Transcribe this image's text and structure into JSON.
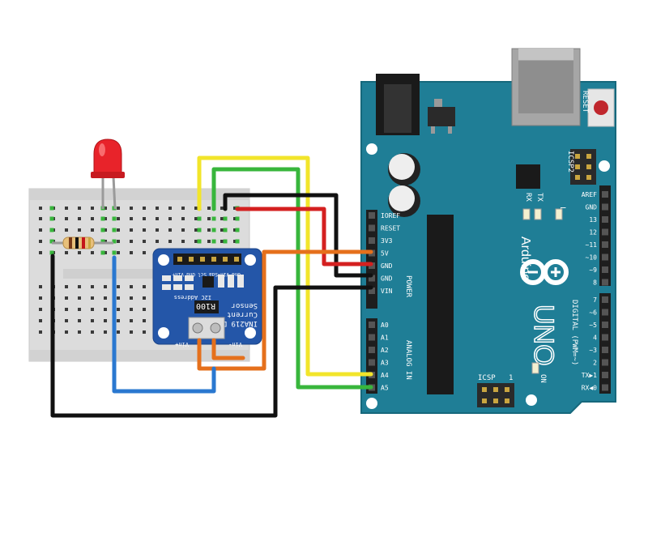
{
  "colors": {
    "arduino_board": "#1f7e96",
    "arduino_board_dark": "#16687c",
    "sensor_board": "#2456a8",
    "breadboard": "#dcdcdc",
    "wire_yellow": "#f2e52a",
    "wire_green": "#38b63c",
    "wire_black": "#111111",
    "wire_red": "#d42020",
    "wire_orange": "#e5701c",
    "wire_blue": "#2a78d0",
    "led_red": "#e8232a"
  },
  "arduino": {
    "brand": "Arduino",
    "model": "UNO",
    "reset_label": "RESET",
    "icsp2_label": "ICSP2",
    "icsp_label": "ICSP",
    "aref": "AREF",
    "gnd": "GND",
    "tx": "TX",
    "rx": "RX",
    "l": "L",
    "on": "ON",
    "power_label": "POWER",
    "analog_label": "ANALOG IN",
    "digital_label": "DIGITAL (PWM=~)",
    "icsp_pin1": "1",
    "power_pins": [
      "IOREF",
      "RESET",
      "3V3",
      "5V",
      "GND",
      "GND",
      "VIN"
    ],
    "analog_pins": [
      "A0",
      "A1",
      "A2",
      "A3",
      "A4",
      "A5"
    ],
    "digital_pins_upper": [
      "13",
      "12",
      "~11",
      "~10",
      "~9",
      "8"
    ],
    "digital_pins_lower": [
      "7",
      "~6",
      "~5",
      "4",
      "~3",
      "2",
      "TX▶1",
      "RX◀0"
    ]
  },
  "sensor": {
    "title_line1": "INA219 DC",
    "title_line2": "Current",
    "title_line3": "Sensor",
    "resistor": "R100",
    "i2c": "I2C Address",
    "pins_top": [
      "Vin+",
      "Gnd",
      "Scl",
      "Sda",
      "Vin-",
      "Gnd"
    ],
    "pins_bottom": [
      "Vin+",
      "Vin-"
    ]
  },
  "components": {
    "led": "red LED",
    "resistor": "resistor"
  }
}
